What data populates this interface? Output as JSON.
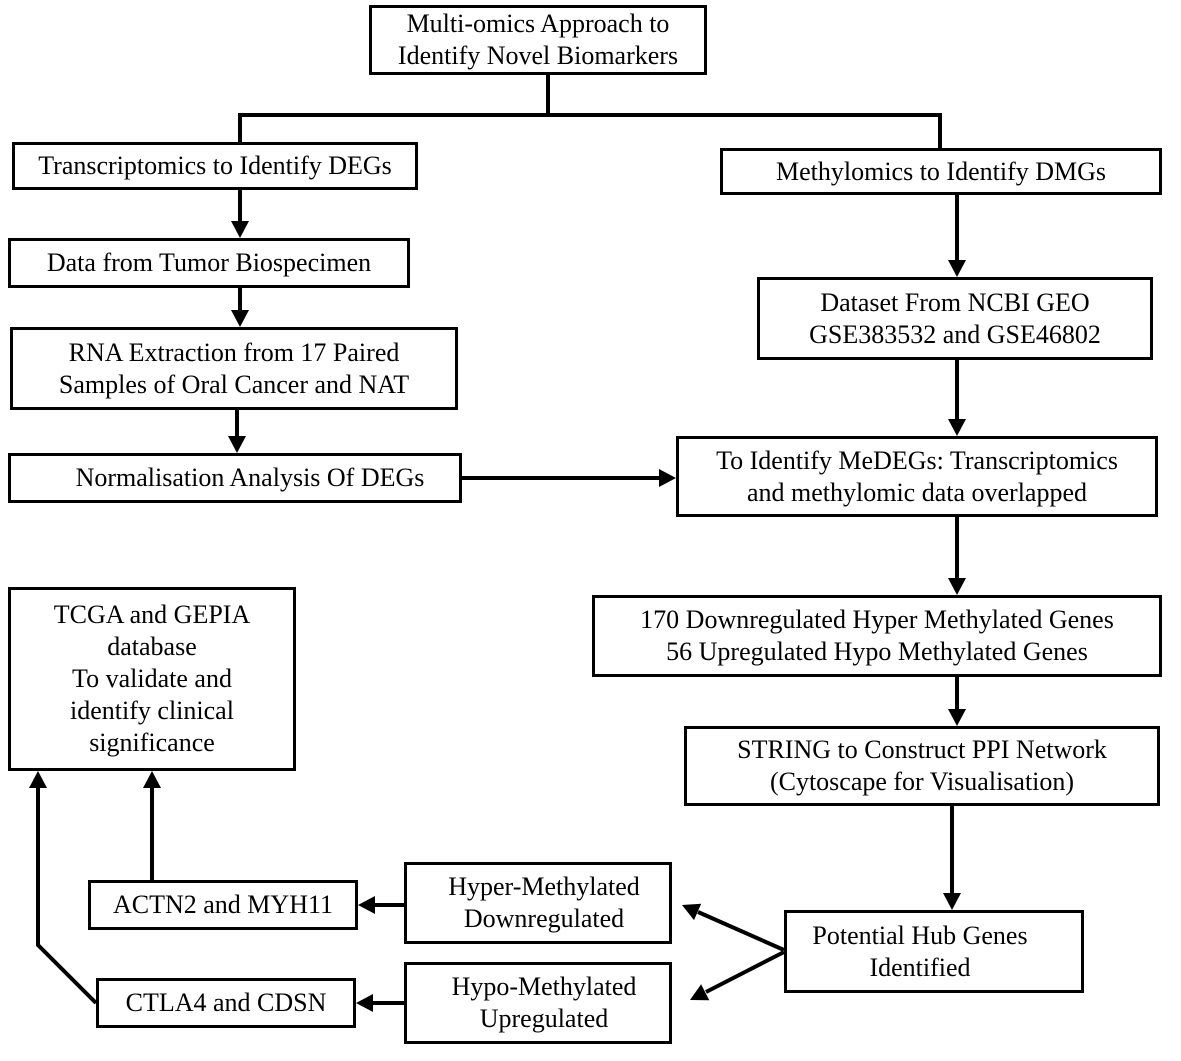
{
  "colors": {
    "stroke": "#000000",
    "background": "#ffffff",
    "text": "#000000"
  },
  "nodes": {
    "root": {
      "lines": [
        "Multi-omics Approach to",
        "Identify Novel Biomarkers"
      ]
    },
    "transcriptomics": {
      "lines": [
        "Transcriptomics to Identify DEGs"
      ]
    },
    "methylomics": {
      "lines": [
        "Methylomics to Identify DMGs"
      ]
    },
    "tumor_data": {
      "lines": [
        "Data from Tumor Biospecimen"
      ]
    },
    "ncbi_dataset": {
      "lines": [
        "Dataset From NCBI GEO",
        "GSE383532 and GSE46802"
      ]
    },
    "rna_extraction": {
      "lines": [
        "RNA Extraction from 17 Paired",
        "Samples of Oral Cancer and NAT"
      ]
    },
    "normalisation": {
      "lines": [
        "Normalisation Analysis Of DEGs"
      ]
    },
    "medegs": {
      "lines": [
        "To Identify MeDEGs: Transcriptomics",
        "and methylomic data overlapped"
      ]
    },
    "validation": {
      "lines": [
        "TCGA and GEPIA",
        "database",
        "To validate and",
        "identify clinical",
        "significance"
      ]
    },
    "gene_counts": {
      "lines": [
        "170 Downregulated Hyper Methylated Genes",
        "56 Upregulated Hypo Methylated Genes"
      ]
    },
    "ppi_network": {
      "lines": [
        "STRING to Construct PPI Network",
        "(Cytoscape for Visualisation)"
      ]
    },
    "hub_genes": {
      "lines": [
        "Potential Hub Genes",
        "Identified"
      ]
    },
    "hyper_methylated": {
      "lines": [
        "Hyper-Methylated",
        "Downregulated"
      ]
    },
    "hypo_methylated": {
      "lines": [
        "Hypo-Methylated",
        "Upregulated"
      ]
    },
    "actn2_myh11": {
      "lines": [
        "ACTN2 and MYH11"
      ]
    },
    "ctla4_cdsn": {
      "lines": [
        "CTLA4 and CDSN"
      ]
    }
  }
}
